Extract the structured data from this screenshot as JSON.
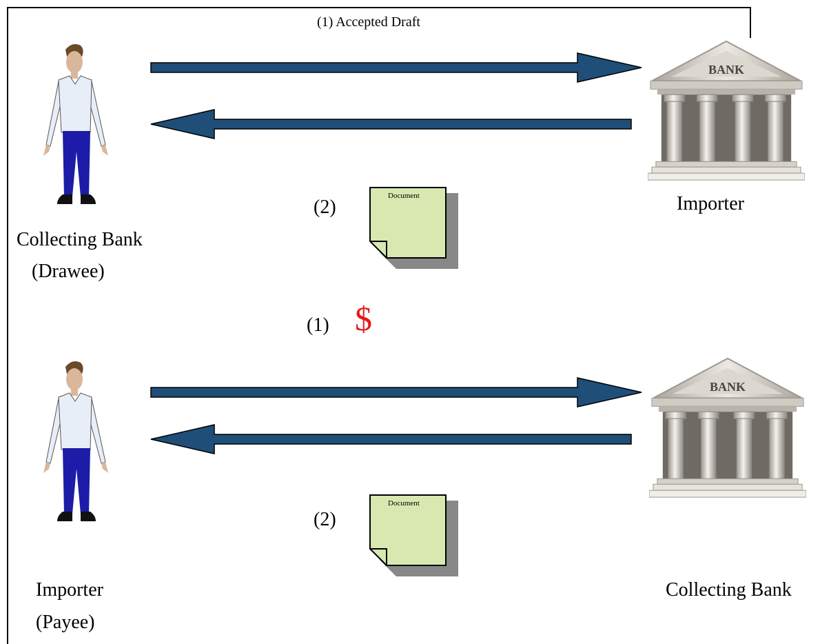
{
  "header": {
    "label": "(1) Accepted Draft"
  },
  "top": {
    "left_party": {
      "line1": "Collecting Bank",
      "line2": "(Drawee)"
    },
    "right_party": {
      "label": "Importer"
    },
    "step2": "(2)",
    "document_label": "Document"
  },
  "middle": {
    "step1": "(1)",
    "currency_symbol": "$"
  },
  "bottom": {
    "left_party": {
      "line1": "Importer",
      "line2": "(Payee)"
    },
    "right_party": {
      "label": "Collecting Bank"
    },
    "step2": "(2)",
    "document_label": "Document"
  },
  "icons": {
    "person": "person-icon",
    "bank": "bank-building-icon",
    "document": "document-icon",
    "arrow_right": "arrow-right",
    "arrow_left": "arrow-left"
  },
  "bank_sign": "BANK",
  "colors": {
    "arrow": "#1f4e79",
    "document_fill": "#d8e8b0",
    "document_shadow": "#888888",
    "currency": "#e41a1a",
    "shirt": "#e8eef8",
    "pants": "#1c1ca8",
    "stone": "#c9c5bd"
  }
}
